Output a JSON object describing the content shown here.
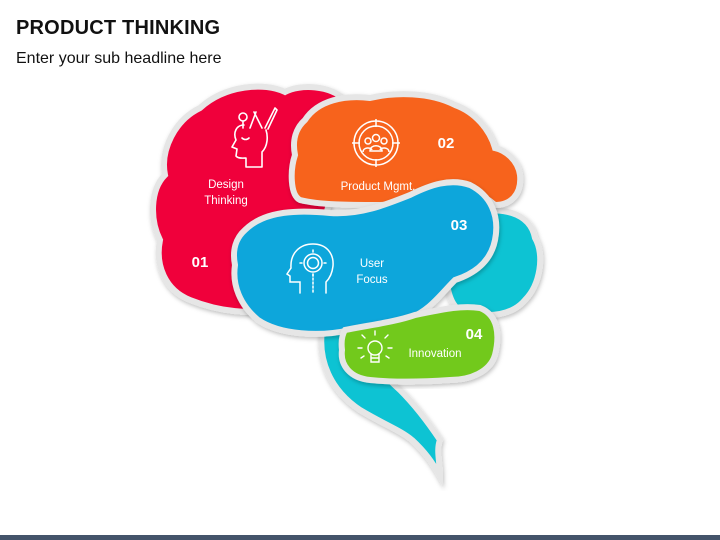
{
  "header": {
    "title": "PRODUCT THINKING",
    "subtitle": "Enter your sub headline here"
  },
  "colors": {
    "design_thinking": "#f0003a",
    "product_mgmt": "#f7631b",
    "user_focus": "#0aa6db",
    "innovation": "#72c91f",
    "cerebellum": "#0ac3d3",
    "outline": "#e8e8e8",
    "footer": "#44546a"
  },
  "sections": [
    {
      "number": "01",
      "label_line1": "Design",
      "label_line2": "Thinking",
      "icon": "head-with-tools-icon"
    },
    {
      "number": "02",
      "label_line1": "Product Mgmt.",
      "label_line2": "",
      "icon": "team-target-icon"
    },
    {
      "number": "03",
      "label_line1": "User",
      "label_line2": "Focus",
      "icon": "head-lightbulb-gear-icon"
    },
    {
      "number": "04",
      "label_line1": "Innovation",
      "label_line2": "",
      "icon": "lightbulb-icon"
    }
  ]
}
